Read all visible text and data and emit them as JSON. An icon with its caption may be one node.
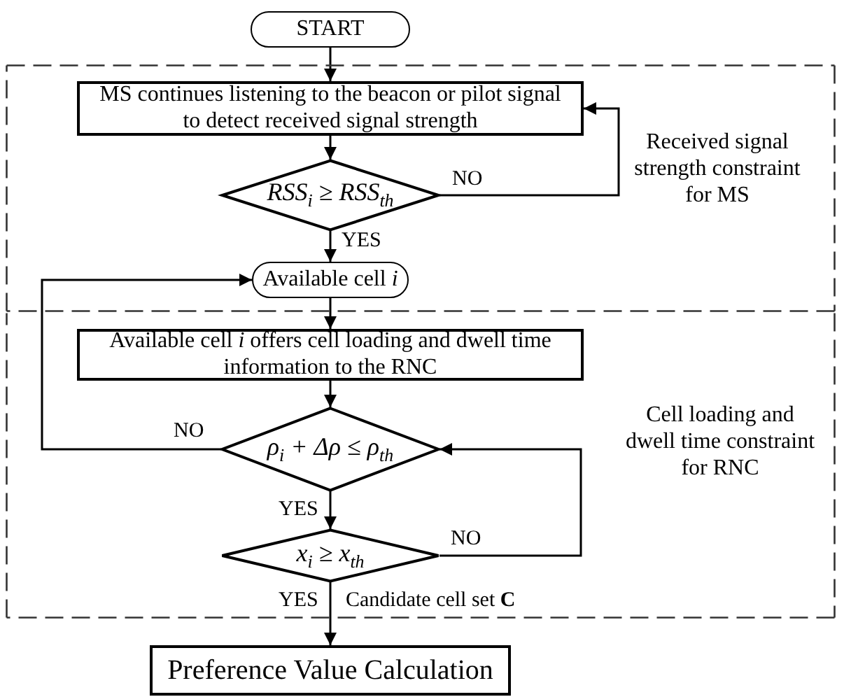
{
  "diagram": {
    "nodes": [
      {
        "text": [
          "START"
        ]
      },
      {
        "text": [
          "Received signal strength constraint for MS"
        ]
      },
      {
        "text": [
          "MS continues listening to the beacon or pilot signal to detect received signal strength"
        ],
        "in": 1
      },
      {
        "text": [
          "RSS$_{i}$ ≥ RSS$_{th}$"
        ],
        "in": 1
      },
      {
        "text": [
          "Available cell *i*"
        ],
        "in": 1
      },
      {
        "text": [
          "Cell loading and dwell time constraint for RNC"
        ]
      },
      {
        "text": [
          "Available cell *i* offers cell loading and dwell time information to the RNC"
        ],
        "in": 5
      },
      {
        "text": [
          "ρ$_{i}$ + Δρ ≤ ρ$_{th}$"
        ],
        "in": 5
      },
      {
        "text": [
          "x$_{i}$ ≥ x$_{th}$"
        ],
        "in": 5
      },
      {
        "text": [
          "Preference Value Calculation"
        ]
      }
    ],
    "edges": [
      {
        "from": 0,
        "to": 2,
        "arrow": "to"
      },
      {
        "from": 2,
        "to": 3,
        "arrow": "to"
      },
      {
        "from": 3,
        "to": 2,
        "arrow": "to",
        "label": "NO"
      },
      {
        "from": 3,
        "to": 4,
        "arrow": "to",
        "label": "YES"
      },
      {
        "from": 4,
        "to": 6,
        "arrow": "to"
      },
      {
        "from": 6,
        "to": 7,
        "arrow": "to"
      },
      {
        "from": 7,
        "to": 4,
        "arrow": "to",
        "label": "NO"
      },
      {
        "from": 7,
        "to": 8,
        "arrow": "to",
        "label": "YES"
      },
      {
        "from": 8,
        "to": 7,
        "arrow": "to",
        "label": "NO"
      },
      {
        "from": 8,
        "to": 9,
        "arrow": "to",
        "label": "YES"
      }
    ],
    "labels": [
      "Candidate cell set **C**"
    ]
  }
}
